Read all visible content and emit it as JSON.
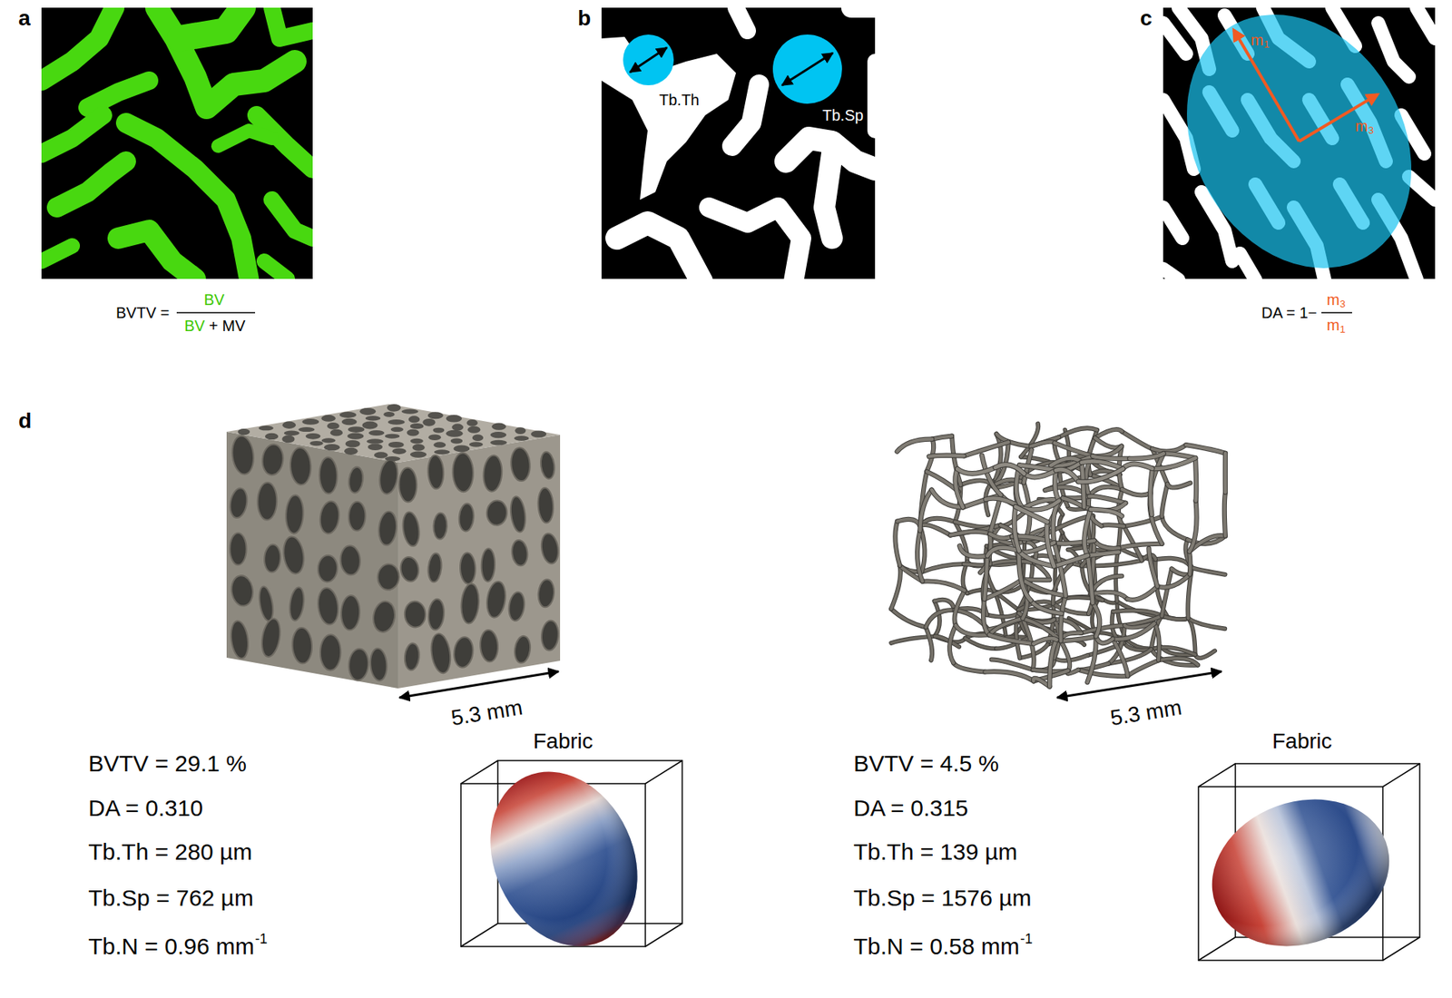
{
  "diagram": {
    "labels": [
      "a",
      "BVTV =",
      "BV",
      "BV",
      "+ MV",
      "b",
      "Tb.Th",
      "Tb.Sp",
      "c",
      "m",
      "1",
      "m",
      "3",
      "DA = 1−",
      "m",
      "3",
      "m",
      "1",
      "d",
      "5.3 mm",
      "BVTV = 29.1 %",
      "DA = 0.310",
      "Tb.Th = 280 µm",
      "Tb.Sp = 762 µm",
      "Tb.N = 0.96 mm",
      "-1",
      "Fabric",
      "5.3 mm",
      "BVTV = 4.5 %",
      "DA = 0.315",
      "Tb.Th = 139 µm",
      "Tb.Sp = 1576 µm",
      "Tb.N = 0.58 mm",
      "-1",
      "Fabric"
    ]
  }
}
